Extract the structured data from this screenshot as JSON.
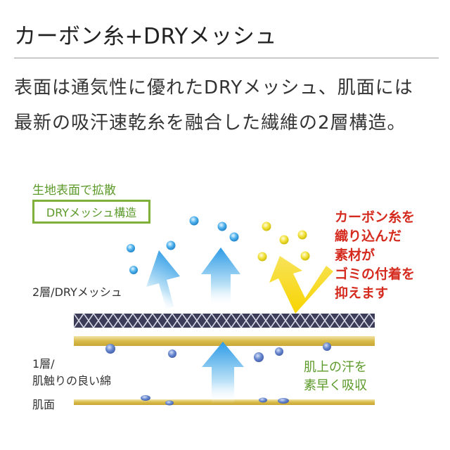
{
  "title": "カーボン糸+DRYメッシュ",
  "description": {
    "line1": "表面は通気性に優れたDRYメッシュ、肌面には",
    "line2": "最新の吸汗速乾糸を融合した繊維の2層構造。"
  },
  "diagram": {
    "diffuse_label": "生地表面で拡散",
    "mesh_box_label": "DRYメッシュ構造",
    "carbon_note": [
      "カーボン糸を",
      "織り込んだ",
      "素材が",
      "ゴミの付着を",
      "抑えます"
    ],
    "layer2_label": "2層/DRYメッシュ",
    "layer1_label": [
      "1層/",
      "肌触りの良い綿"
    ],
    "skin_label": "肌面",
    "sweat_note": [
      "肌上の汗を",
      "素早く吸収"
    ]
  },
  "colors": {
    "title_text": "#222222",
    "green_text": "#5c9a2a",
    "green_border": "#7fb13a",
    "red_text": "#d52b1e",
    "blue_arrow": "#4aa8e8",
    "yellow_arrow": "#f5d800",
    "gold_layer": "#dcc052",
    "mesh_dark": "#3a3a56",
    "droplet_blue": "#5a80c8",
    "droplet_cyan": "#2aa0e0",
    "dust_yellow": "#eedc1a"
  },
  "icons": {
    "left_arrow": "arrow-up-left-icon",
    "center_arrow": "arrow-up-icon",
    "carbon_arrow": "checkmark-arrow-icon",
    "sweat_arrow": "arrow-up-icon"
  }
}
